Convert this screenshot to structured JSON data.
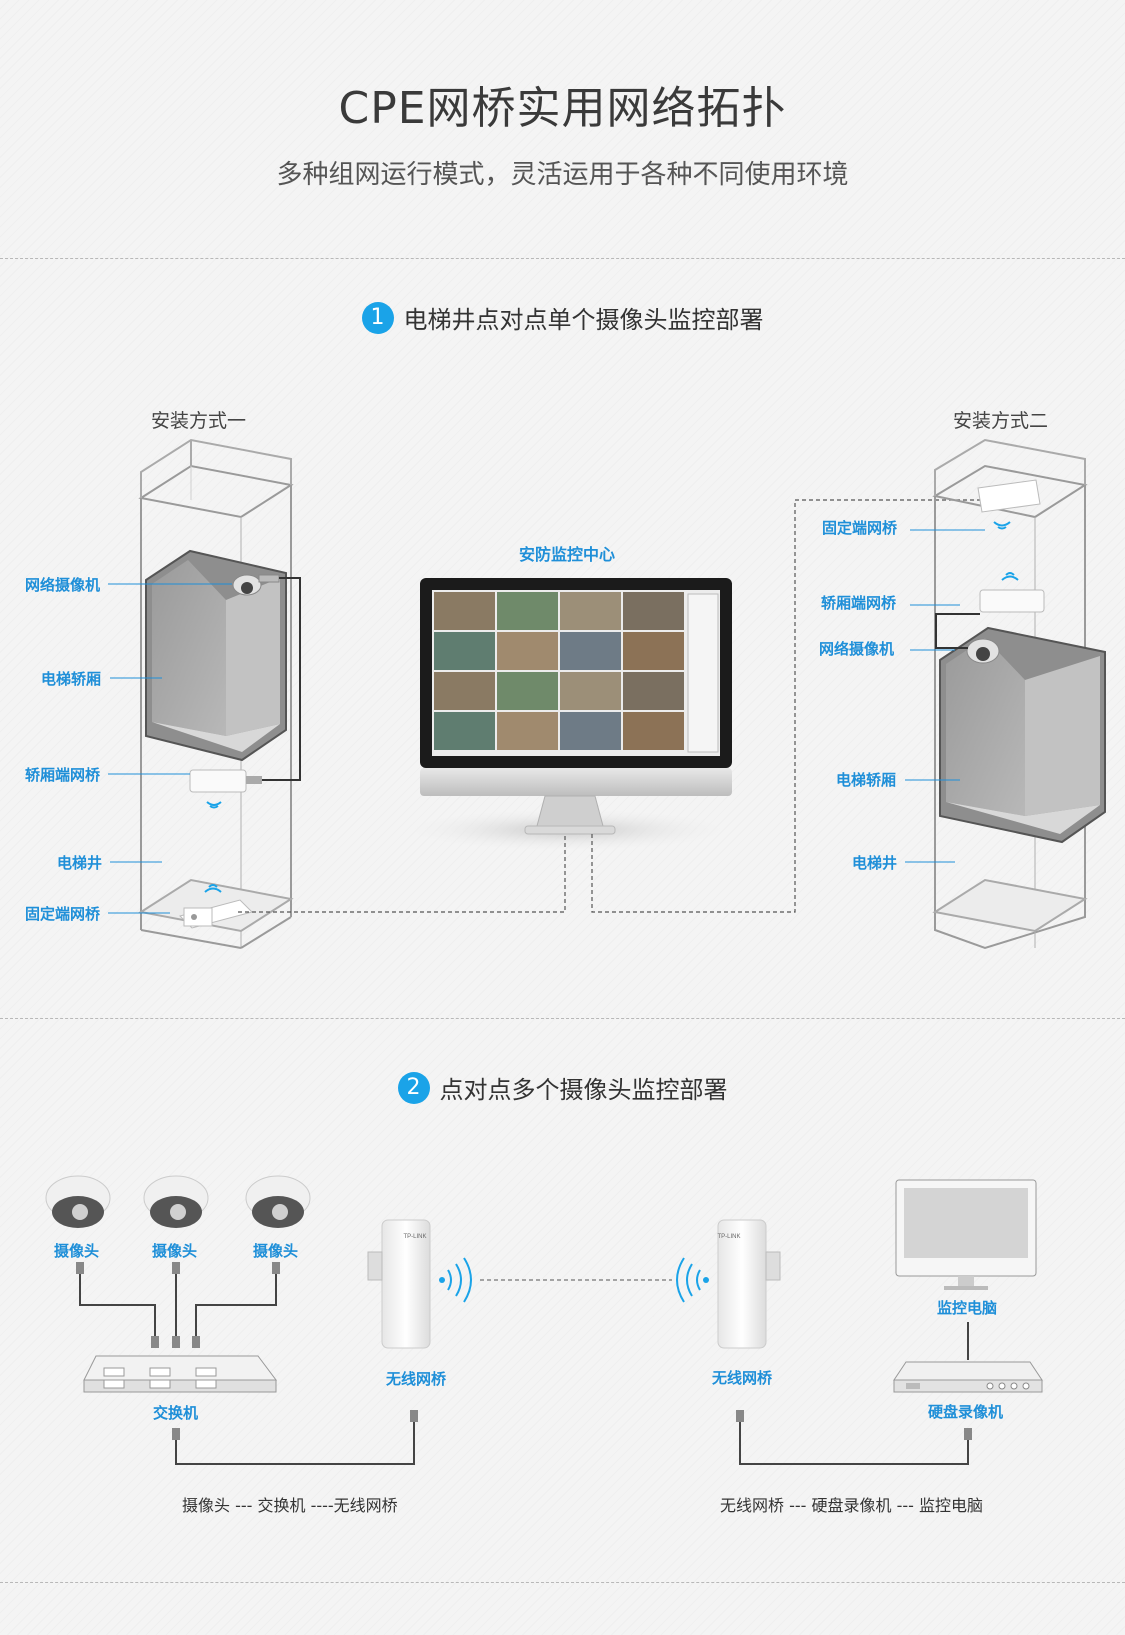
{
  "header": {
    "title": "CPE网桥实用网络拓扑",
    "subtitle": "多种组网运行模式，灵活运用于各种不同使用环境"
  },
  "section1": {
    "number": "1",
    "title": "电梯井点对点单个摄像头监控部署",
    "method_one": "安装方式一",
    "method_two": "安装方式二",
    "monitor_center": "安防监控中心",
    "left_labels": {
      "network_camera": "网络摄像机",
      "elevator_car": "电梯轿厢",
      "car_bridge": "轿厢端网桥",
      "shaft": "电梯井",
      "fixed_bridge": "固定端网桥"
    },
    "right_labels": {
      "fixed_bridge": "固定端网桥",
      "car_bridge": "轿厢端网桥",
      "network_camera": "网络摄像机",
      "elevator_car": "电梯轿厢",
      "shaft": "电梯井"
    }
  },
  "section2": {
    "number": "2",
    "title": "点对点多个摄像头监控部署",
    "camera_1": "摄像头",
    "camera_2": "摄像头",
    "camera_3": "摄像头",
    "switch": "交换机",
    "bridge_left": "无线网桥",
    "bridge_right": "无线网桥",
    "pc": "监控电脑",
    "nvr": "硬盘录像机",
    "bridge_brand": "TP-LINK",
    "caption_left": "摄像头 --- 交换机 ----无线网桥",
    "caption_right": "无线网桥 --- 硬盘录像机 --- 监控电脑"
  },
  "colors": {
    "accent": "#1aa3e8",
    "label_blue": "#1f8fd8",
    "line_gray": "#666666"
  }
}
